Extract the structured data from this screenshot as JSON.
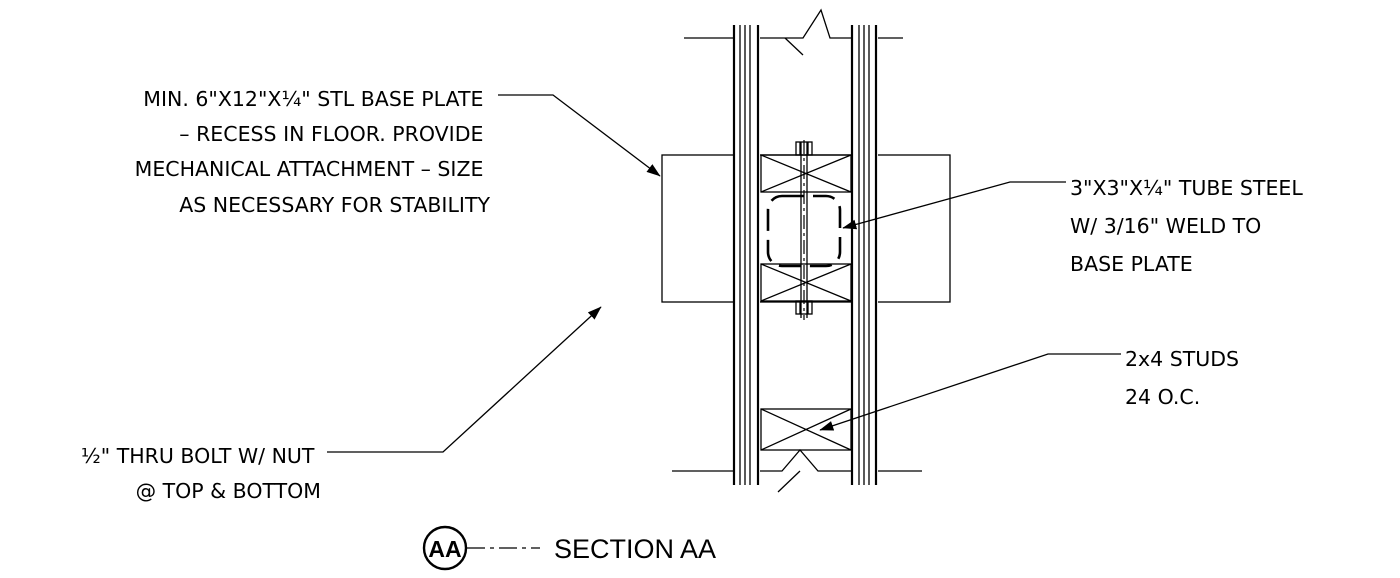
{
  "notes": {
    "base_plate": [
      "MIN. 6\"X12\"X¼\" STL BASE PLATE",
      "– RECESS IN FLOOR.  PROVIDE",
      "MECHANICAL ATTACHMENT – SIZE",
      "AS NECESSARY FOR STABILITY"
    ],
    "tube_steel": [
      "3\"X3\"X¼\" TUBE STEEL",
      "W/ 3/16\" WELD TO",
      "BASE PLATE"
    ],
    "studs": [
      "2x4 STUDS",
      "24 O.C."
    ],
    "thru_bolt": [
      "½\" THRU BOLT W/ NUT",
      "@ TOP & BOTTOM"
    ]
  },
  "section": {
    "tag": "AA",
    "title": "SECTION AA"
  }
}
